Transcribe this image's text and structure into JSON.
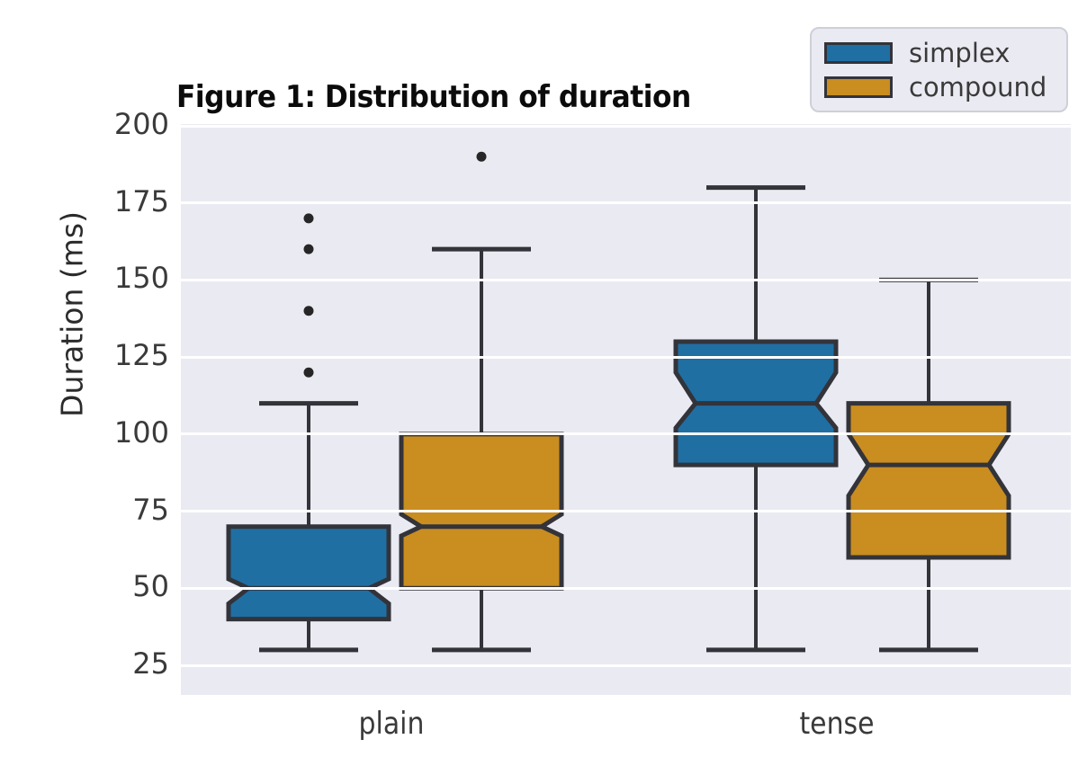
{
  "chart_data": {
    "type": "box",
    "title": "Figure 1: Distribution of duration",
    "xlabel": "",
    "ylabel": "Duration (ms)",
    "categories": [
      "plain",
      "tense"
    ],
    "ylim": [
      15,
      204
    ],
    "yticks": [
      200,
      175,
      150,
      125,
      100,
      75,
      50,
      25
    ],
    "grid": true,
    "notched": true,
    "legend_position": "upper right",
    "series": [
      {
        "name": "simplex",
        "color": "#1f6fa3",
        "boxes": [
          {
            "category": "plain",
            "whisker_low": 30,
            "q1": 40,
            "median": 50,
            "q3": 70,
            "whisker_high": 110,
            "notch_low": 45,
            "notch_high": 53,
            "outliers": [
              120,
              140,
              160,
              170
            ]
          },
          {
            "category": "tense",
            "whisker_low": 30,
            "q1": 90,
            "median": 110,
            "q3": 130,
            "whisker_high": 180,
            "notch_low": 102,
            "notch_high": 120,
            "outliers": []
          }
        ]
      },
      {
        "name": "compound",
        "color": "#c98d20",
        "boxes": [
          {
            "category": "plain",
            "whisker_low": 30,
            "q1": 50,
            "median": 70,
            "q3": 100,
            "whisker_high": 160,
            "notch_low": 67,
            "notch_high": 74,
            "outliers": [
              190
            ]
          },
          {
            "category": "tense",
            "whisker_low": 30,
            "q1": 60,
            "median": 90,
            "q3": 110,
            "whisker_high": 150,
            "notch_low": 80,
            "notch_high": 100,
            "outliers": []
          }
        ]
      }
    ]
  },
  "legend": {
    "items": [
      {
        "label": "simplex",
        "color": "#1f6fa3"
      },
      {
        "label": "compound",
        "color": "#c98d20"
      }
    ]
  },
  "colors": {
    "plot_background": "#eaeaf2",
    "gridline": "#ffffff",
    "box_edge": "#33333a",
    "text": "#3a3a3a",
    "simplex": "#1f6fa3",
    "compound": "#c98d20"
  }
}
